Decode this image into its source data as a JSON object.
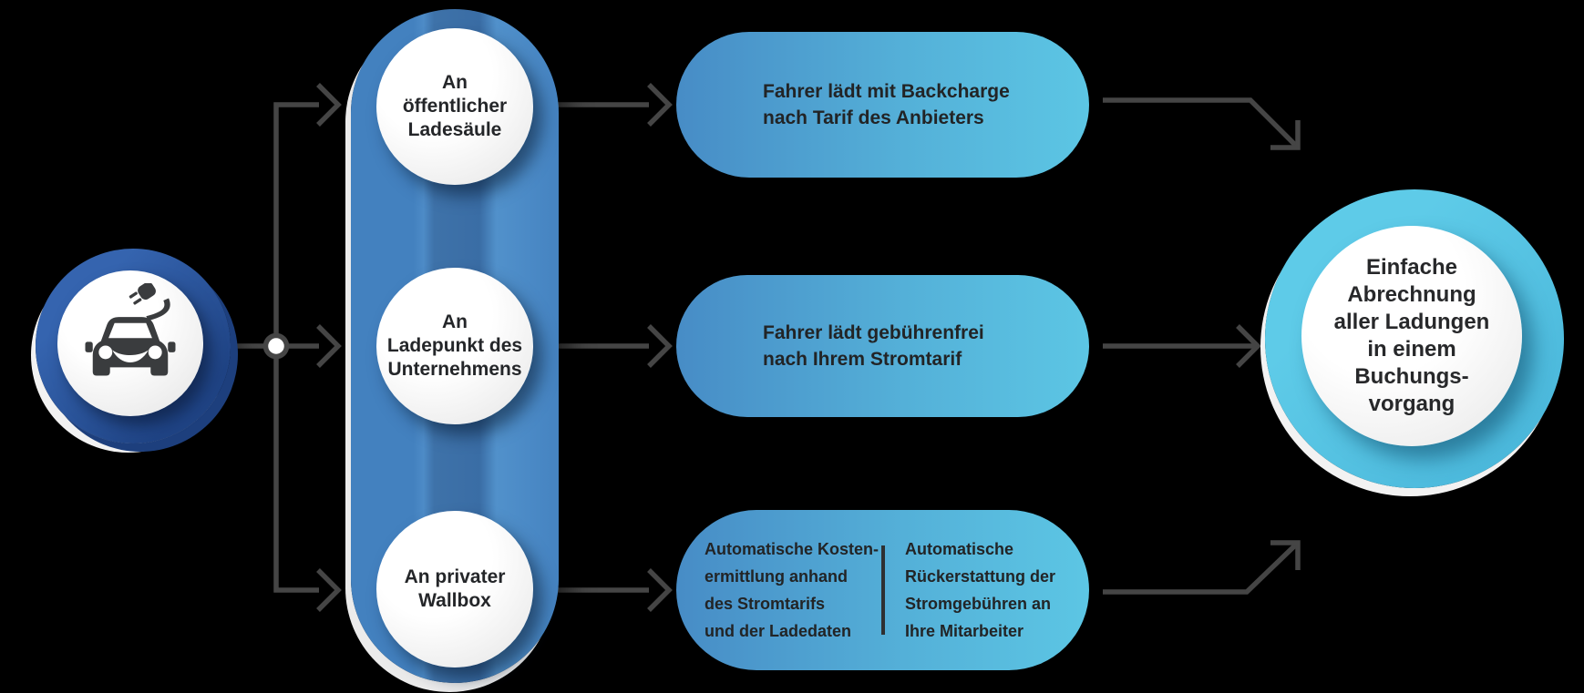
{
  "diagram": {
    "title_hint": "EV charging billing flow (German infographic)",
    "colors": {
      "background": "#000000",
      "badge_blue": "#2e5ba6",
      "badge_navy_shadow": "#1d3f7d",
      "locations_pill_blue": "#4381bf",
      "locations_pill_stripe": "#3a6da5",
      "outcome_pill_gradient_left": "#478cc6",
      "outcome_pill_gradient_right": "#5cc6e4",
      "result_ring_cyan": "#55c3e3",
      "arrow_gray": "#454545",
      "text_dark": "#242629",
      "circle_fill": "#ffffff"
    },
    "source": {
      "icon": "ev-car-plug-icon"
    },
    "nodes": [
      {
        "label": "An\nöffentlicher\nLadesäule"
      },
      {
        "label": "An\nLadepunkt des\nUnternehmens"
      },
      {
        "label": "An privater\nWallbox"
      }
    ],
    "pills": [
      {
        "text": "Fahrer lädt mit Backcharge\nnach Tarif des Anbieters"
      },
      {
        "text": "Fahrer lädt gebührenfrei\nnach Ihrem Stromtarif"
      },
      {
        "left": "Automatische Kosten-\nermittlung anhand\ndes Stromtarifs\nund der Ladedaten",
        "right": "Automatische\nRückerstattung der\nStromgebühren an\nIhre Mitarbeiter"
      }
    ],
    "result": {
      "text": "Einfache\nAbrechnung\naller Ladungen\nin einem\nBuchungs-\nvorgang"
    }
  }
}
